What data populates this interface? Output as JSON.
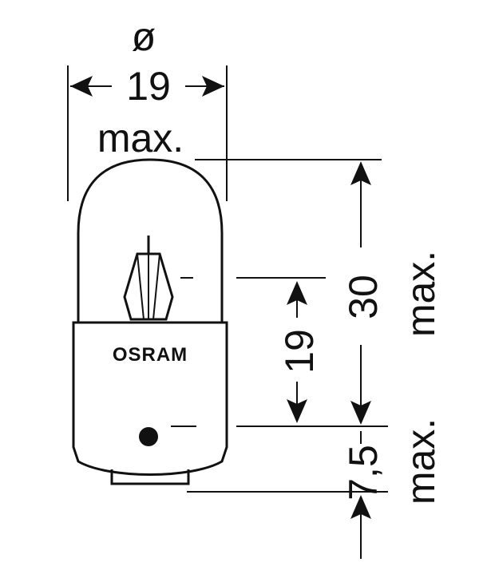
{
  "dimensions": {
    "diameter_symbol": "ø",
    "diameter_value": "19",
    "diameter_note": "max.",
    "total_height": "30",
    "total_height_note": "max.",
    "filament_height": "19",
    "base_pin_height": "7,5",
    "base_pin_note": "max."
  },
  "bulb": {
    "brand": "OSRAM"
  }
}
